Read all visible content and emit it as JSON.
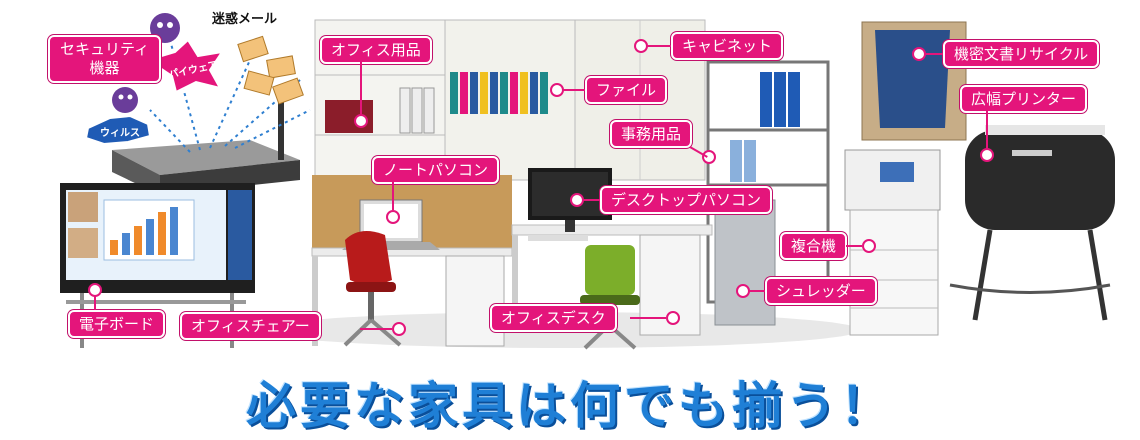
{
  "labels": {
    "security": "セキュリティ機器",
    "security_line1": "セキュリティ",
    "security_line2": "機器",
    "office_supplies": "オフィス用品",
    "cabinet": "キャビネット",
    "confidential_recycle": "機密文書リサイクル",
    "file": "ファイル",
    "wide_printer": "広幅プリンター",
    "stationery": "事務用品",
    "laptop": "ノートパソコン",
    "desktop": "デスクトップパソコン",
    "mfp": "複合機",
    "shredder": "シュレッダー",
    "whiteboard": "電子ボード",
    "office_chair": "オフィスチェアー",
    "office_desk": "オフィスデスク"
  },
  "threats": {
    "spam": "迷惑メール",
    "spyware": "スパイウェア",
    "virus": "ウィルス"
  },
  "headline": "必要な家具は何でも揃う！",
  "colors": {
    "label_bg": "#e4157b",
    "headline": "#1f7fd6",
    "headline_shadow": "#0a4f9a"
  }
}
